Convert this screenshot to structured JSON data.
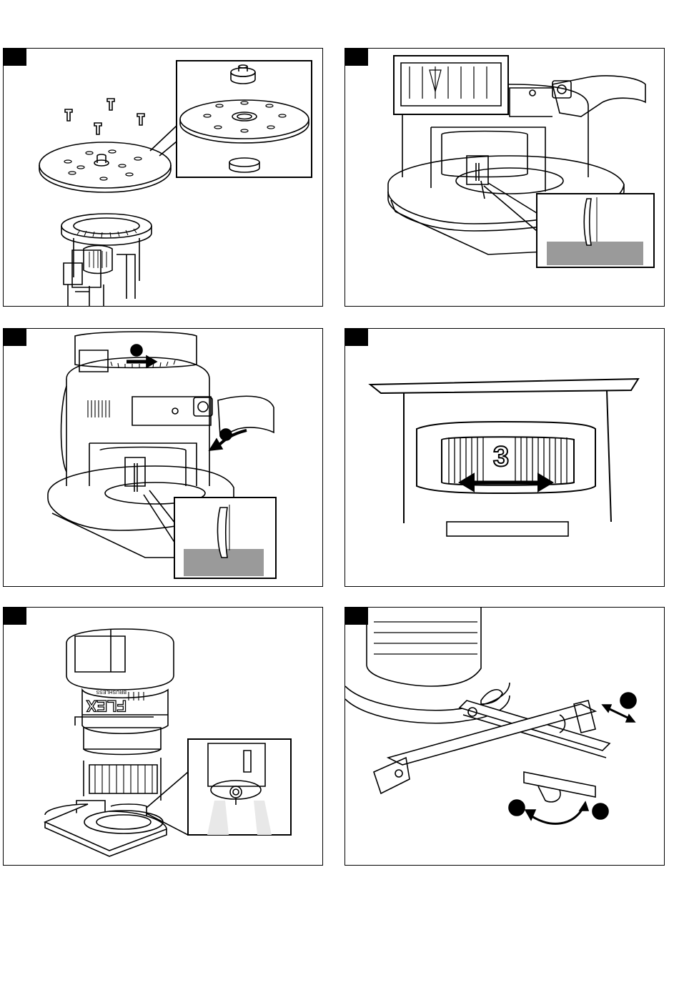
{
  "panels": [
    {
      "id": 1,
      "figure": "base-plate-and-guide-bushing"
    },
    {
      "id": 2,
      "figure": "router-bit-depth-closeup"
    },
    {
      "id": 3,
      "figure": "depth-adjustment-ring-and-clamp-lever"
    },
    {
      "id": 4,
      "figure": "speed-dial"
    },
    {
      "id": 5,
      "figure": "router-with-led-lights"
    },
    {
      "id": 6,
      "figure": "edge-guide-attachment"
    }
  ],
  "speed_dial": {
    "value": "3"
  },
  "brand": {
    "logo": "FLEX",
    "motor_label": "BRUSHLESS"
  },
  "colors": {
    "line": "#000000",
    "grey_fill": "#9a9a9a",
    "light_fill": "#e8e8e8"
  }
}
